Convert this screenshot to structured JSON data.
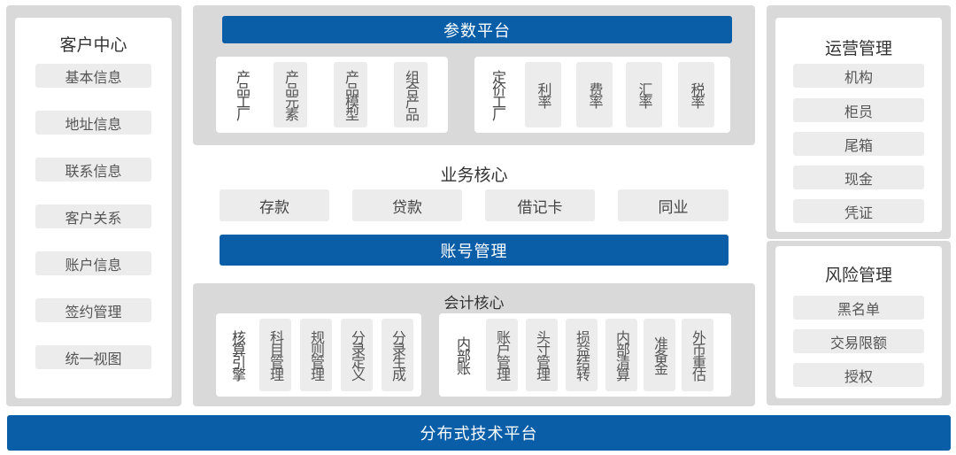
{
  "customer_center": {
    "title": "客户中心",
    "items": [
      "基本信息",
      "地址信息",
      "联系信息",
      "客户关系",
      "账户信息",
      "签约管理",
      "统一视图"
    ]
  },
  "param_platform": {
    "title": "参数平台",
    "product_factory": {
      "label": "产品工厂",
      "items": [
        "产品元素",
        "产品模型",
        "组合产品"
      ]
    },
    "pricing_factory": {
      "label": "定价工厂",
      "items": [
        "利率",
        "费率",
        "汇率",
        "税率"
      ]
    }
  },
  "business_core": {
    "title": "业务核心",
    "items": [
      "存款",
      "贷款",
      "借记卡",
      "同业"
    ],
    "account_mgmt": "账号管理"
  },
  "accounting_core": {
    "title": "会计核心",
    "engine": {
      "label": "核算引擎",
      "items": [
        "科目管理",
        "规则管理",
        "分录定义",
        "分录生成"
      ]
    },
    "internal": {
      "label": "内部账",
      "items": [
        "账户管理",
        "头寸管理",
        "损益结转",
        "内部清算",
        "准备金",
        "外币重估"
      ]
    }
  },
  "operations": {
    "title": "运营管理",
    "items": [
      "机构",
      "柜员",
      "尾箱",
      "现金",
      "凭证"
    ]
  },
  "risk": {
    "title": "风险管理",
    "items": [
      "黑名单",
      "交易限额",
      "授权"
    ]
  },
  "distributed_platform": "分布式技术平台"
}
